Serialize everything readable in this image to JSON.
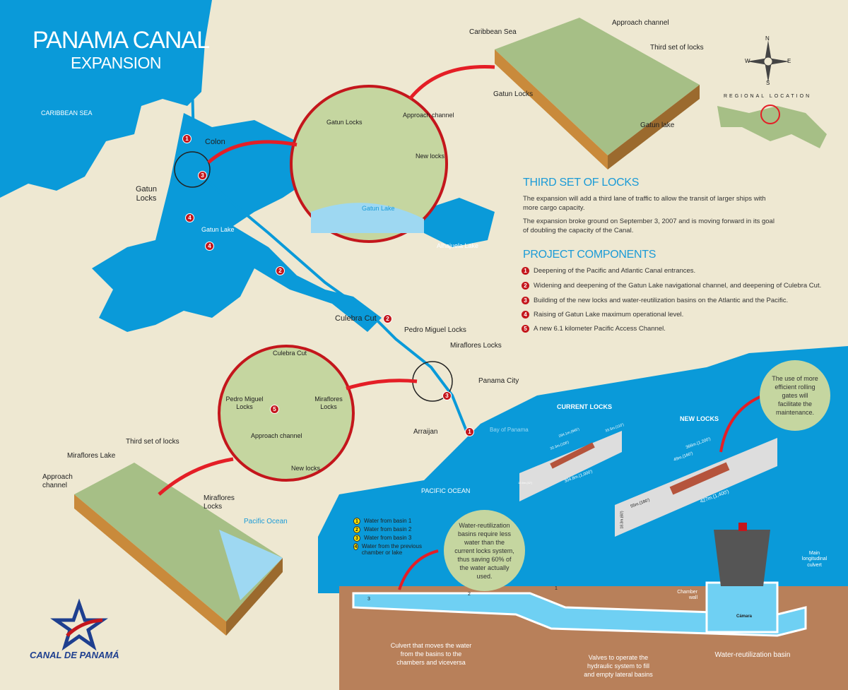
{
  "header": {
    "title": "PANAMA CANAL",
    "subtitle": "EXPANSION"
  },
  "colors": {
    "sea": "#0a9ad9",
    "land": "#eee8d2",
    "inset_green": "#c5d6a0",
    "marker_red": "#c4161c",
    "earth": "#b8805a",
    "accent_blue": "#1b9bd7"
  },
  "map": {
    "caribbean_sea": "CARIBBEAN SEA",
    "colon": "Colon",
    "gatun_locks": "Gatun\nLocks",
    "gatun_lake": "Gatun Lake",
    "alhajuela_lake": "Alhajuela Lake",
    "culebra_cut": "Culebra Cut",
    "pedro_miguel_locks": "Pedro Miguel Locks",
    "miraflores_locks": "Miraflores Locks",
    "panama_city": "Panama City",
    "arraijan": "Arraijan",
    "bay_of_panama": "Bay of Panama",
    "pacific_ocean": "PACIFIC OCEAN"
  },
  "inset_atlantic": {
    "gatun_locks": "Gatun Locks",
    "approach_channel": "Approach channel",
    "new_locks": "New locks",
    "gatun_lake": "Gatun Lake"
  },
  "block_atlantic": {
    "caribbean_sea": "Caribbean Sea",
    "approach_channel": "Approach channel",
    "third_set": "Third set of locks",
    "gatun_locks": "Gatun Locks",
    "gatun_lake": "Gatun lake"
  },
  "inset_pacific": {
    "culebra_cut": "Culebra Cut",
    "pedro_miguel": "Pedro Miguel Locks",
    "miraflores": "Miraflores Locks",
    "approach_channel": "Approach channel",
    "new_locks": "New locks"
  },
  "block_pacific": {
    "miraflores_lake": "Miraflores Lake",
    "third_set": "Third set of locks",
    "approach_channel": "Approach channel",
    "miraflores_locks": "Miraflores Locks",
    "pacific_ocean": "Pacific Ocean"
  },
  "compass": {
    "n": "N",
    "s": "S",
    "e": "E",
    "w": "W"
  },
  "regional": {
    "label": "REGIONAL LOCATION"
  },
  "third_set": {
    "heading": "THIRD SET OF LOCKS",
    "p1": "The expansion will add a third lane of traffic  to allow the transit  of larger ships with more cargo capacity.",
    "p2": "The expansion broke ground on September 3, 2007 and is moving forward in its goal of doubling the capacity of the Canal."
  },
  "components": {
    "heading": "PROJECT COMPONENTS",
    "items": [
      {
        "n": "1",
        "text": "Deepening of the Pacific and Atlantic Canal entrances."
      },
      {
        "n": "2",
        "text": "Widening and deepening of the Gatun Lake navigational channel, and deepening of Culebra Cut."
      },
      {
        "n": "3",
        "text": "Building of the new locks and water-reutilization basins on the Atlantic and the  Pacific."
      },
      {
        "n": "4",
        "text": "Raising of Gatun Lake maximum operational level."
      },
      {
        "n": "5",
        "text": "A new 6.1 kilometer Pacific Access Channel."
      }
    ]
  },
  "locks": {
    "current": "CURRENT LOCKS",
    "new": "NEW LOCKS",
    "current_dims": {
      "ship_len": "294.1m.(965')",
      "ship_beam": "32.3m.(106')",
      "width": "33.5m.(110')",
      "length": "304.8m.(1,000')",
      "depth": "12.8m.(42')"
    },
    "new_dims": {
      "ship_len": "366m.(1,200')",
      "ship_beam": "49m.(160')",
      "width": "55m.(180')",
      "depth": "18.3m.(60')",
      "length": "427m.(1,400')"
    }
  },
  "notes": {
    "gates": "The use of more efficient rolling gates will facilitate the maintenance.",
    "basins": "Water-reutilization basins require less water than the current locks system, thus saving 60% of the water actually used."
  },
  "water_legend": [
    {
      "n": "1",
      "text": "Water from basin  1"
    },
    {
      "n": "2",
      "text": "Water from basin  2"
    },
    {
      "n": "3",
      "text": "Water from basin  3"
    },
    {
      "n": "4",
      "text": "Water from the previous chamber or lake"
    }
  ],
  "section": {
    "chamber_wall": "Chamber wall",
    "main_culvert": "Main longitudinal culvert",
    "camara": "Cámara",
    "culvert": "Culvert that moves the water from the basins to the chambers and viceversa",
    "valves": "Valves to operate the hydraulic system to fill and empty lateral basins",
    "basin": "Water-reutilization basin",
    "b1": "1",
    "b2": "2",
    "b3": "3"
  },
  "logo": {
    "text": "CANAL DE PANAMÁ"
  }
}
